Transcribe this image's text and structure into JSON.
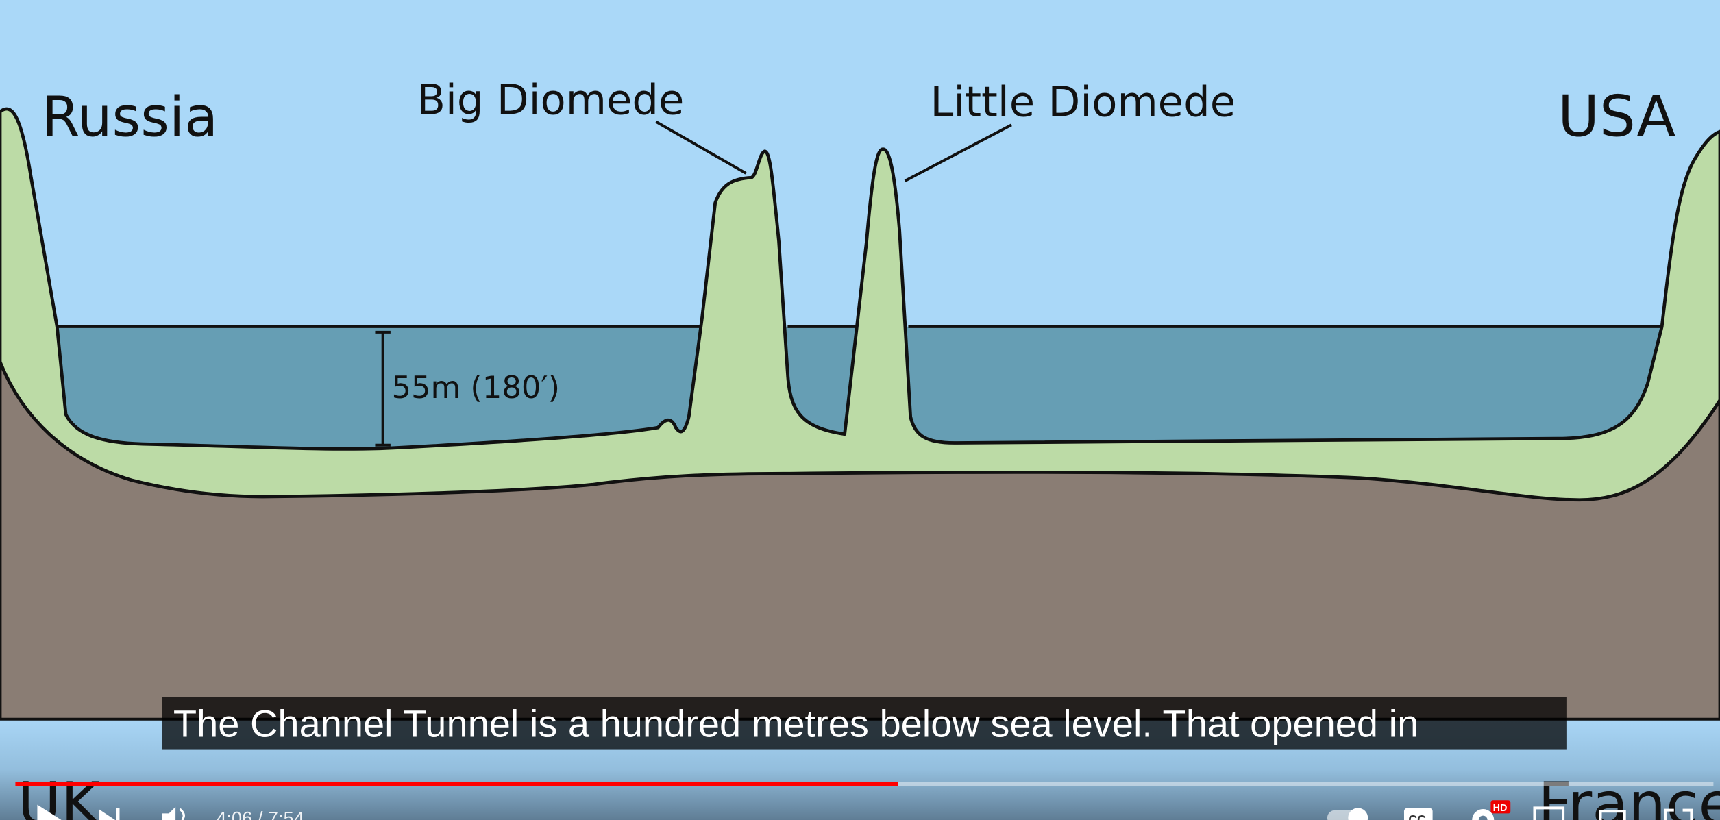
{
  "video": {
    "labels": {
      "russia": "Russia",
      "usa": "USA",
      "big_diomede": "Big Diomede",
      "little_diomede": "Little Diomede",
      "depth": "55m (180′)",
      "uk": "UK",
      "france": "France"
    },
    "subtitle": "The Channel Tunnel is a hundred metres below sea level. That opened in",
    "progress_percent": 52,
    "colors": {
      "sky": "#aad8f8",
      "water": "#669eb4",
      "land": "#bcdba6",
      "rock": "#8a7d74",
      "progress": "#ff0000"
    }
  },
  "controls": {
    "time": "4:06 / 7:54",
    "hd_badge": "HD",
    "cc_label": "CC"
  }
}
